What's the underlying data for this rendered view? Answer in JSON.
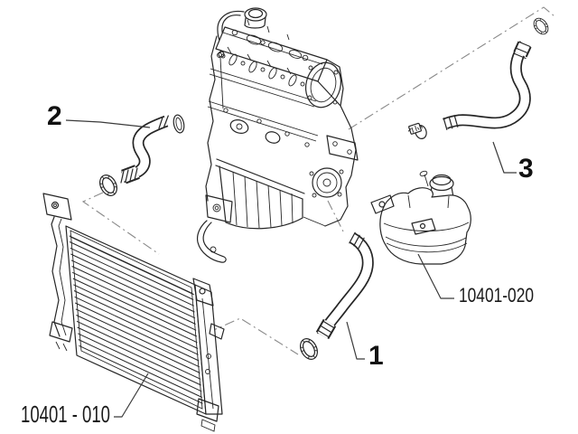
{
  "diagram": {
    "colors": {
      "background": "#ffffff",
      "line": "#262626",
      "construction_line": "#8a8a8a",
      "text": "#111111"
    },
    "callouts": {
      "one": {
        "label": "1"
      },
      "two": {
        "label": "2"
      },
      "three": {
        "label": "3"
      }
    },
    "part_codes": {
      "radiator": {
        "label": "10401 - 010"
      },
      "expansion_tank": {
        "label": "10401-020"
      }
    }
  }
}
